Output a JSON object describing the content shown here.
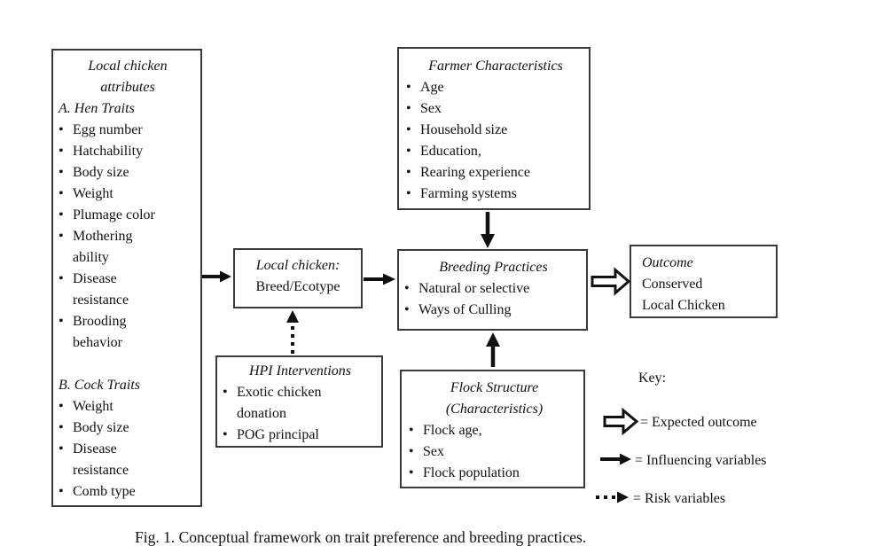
{
  "figure": {
    "caption": "Fig. 1. Conceptual framework on trait preference and breeding practices."
  },
  "icons": {
    "bullet": "•"
  },
  "colors": {
    "border": "#3a3a3a",
    "text": "#111111",
    "background": "#ffffff",
    "arrow": "#111111"
  },
  "boxes": {
    "attributes": {
      "title": "Local chicken attributes",
      "hen_header": "A. Hen Traits",
      "hen_items": [
        "Egg number",
        "Hatchability",
        "Body size",
        "Weight",
        "Plumage color",
        "Mothering ability",
        "Disease resistance",
        "Brooding behavior"
      ],
      "cock_header": "B. Cock Traits",
      "cock_items": [
        "Weight",
        "Body size",
        "Disease resistance",
        "Comb type"
      ]
    },
    "farmer": {
      "title": "Farmer Characteristics",
      "items": [
        "Age",
        "Sex",
        "Household size",
        "Education,",
        "Rearing experience",
        "Farming systems"
      ]
    },
    "local_chicken": {
      "title": "Local chicken:",
      "subtitle": "Breed/Ecotype"
    },
    "breeding": {
      "title": "Breeding Practices",
      "items": [
        "Natural or selective",
        "Ways of Culling"
      ]
    },
    "outcome": {
      "title": "Outcome",
      "lines": [
        "Conserved",
        "Local Chicken"
      ]
    },
    "hpi": {
      "title": "HPI Interventions",
      "items": [
        "Exotic chicken donation",
        "POG principal"
      ]
    },
    "flock": {
      "title": "Flock Structure",
      "subtitle": "(Characteristics)",
      "items": [
        "Flock age,",
        "Sex",
        "Flock population"
      ]
    }
  },
  "key": {
    "title": "Key:",
    "items": [
      {
        "symbol": "hollow-arrow",
        "label": "= Expected outcome"
      },
      {
        "symbol": "solid-arrow",
        "label": "= Influencing variables"
      },
      {
        "symbol": "dotted-arrow",
        "label": "= Risk variables"
      }
    ]
  }
}
